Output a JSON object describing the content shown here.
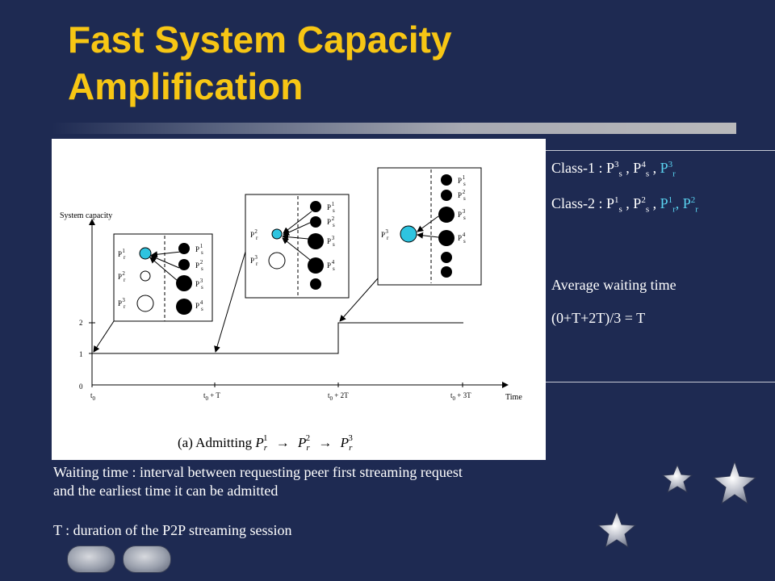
{
  "slide": {
    "title_line1": "Fast System Capacity",
    "title_line2": "Amplification"
  },
  "figure": {
    "ylabel": "System capacity",
    "xlabel": "Time",
    "y_ticks": [
      "0",
      "1",
      "2"
    ],
    "x_ticks": [
      {
        "base": "t",
        "sub": "0",
        "rest": ""
      },
      {
        "base": "t",
        "sub": "0",
        "rest": " + T"
      },
      {
        "base": "t",
        "sub": "0",
        "rest": " + 2T"
      },
      {
        "base": "t",
        "sub": "0",
        "rest": " + 3T"
      }
    ],
    "caption_prefix": "(a) Admitting ",
    "P": "P",
    "sub_r": "r",
    "sub_s": "s",
    "sup1": "1",
    "sup2": "2",
    "sup3": "3",
    "sup4": "4",
    "arrow": "→"
  },
  "side": {
    "class1_prefix": "Class-1 : P",
    "class2_prefix": "Class-2 : P",
    "P": "P",
    "sep": " , ",
    "comma": ", ",
    "s": "s",
    "r": "r",
    "n1": "1",
    "n2": "2",
    "n3": "3",
    "n4": "4",
    "avg_label": "Average waiting time",
    "avg_formula": "(0+T+2T)/3 = T"
  },
  "notes": {
    "waiting_line1": "Waiting time : interval between requesting peer first streaming request",
    "waiting_line2": "and the earliest time it can be admitted",
    "duration": "T : duration of the P2P streaming session"
  },
  "colors": {
    "background": "#1e2a52",
    "title": "#f7c614",
    "highlight": "#5ad3f0",
    "requesting_peer": "#2ec4e0"
  },
  "icons": [
    "star-icon",
    "prev-icon",
    "next-icon"
  ]
}
